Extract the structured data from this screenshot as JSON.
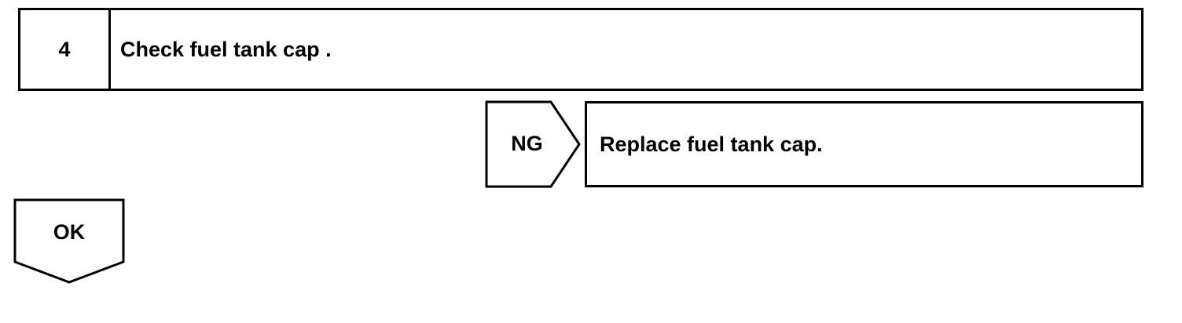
{
  "step": {
    "number": "4",
    "title": "Check fuel tank cap ."
  },
  "ng_branch": {
    "label": "NG",
    "action": "Replace fuel tank cap."
  },
  "ok_branch": {
    "label": "OK"
  }
}
